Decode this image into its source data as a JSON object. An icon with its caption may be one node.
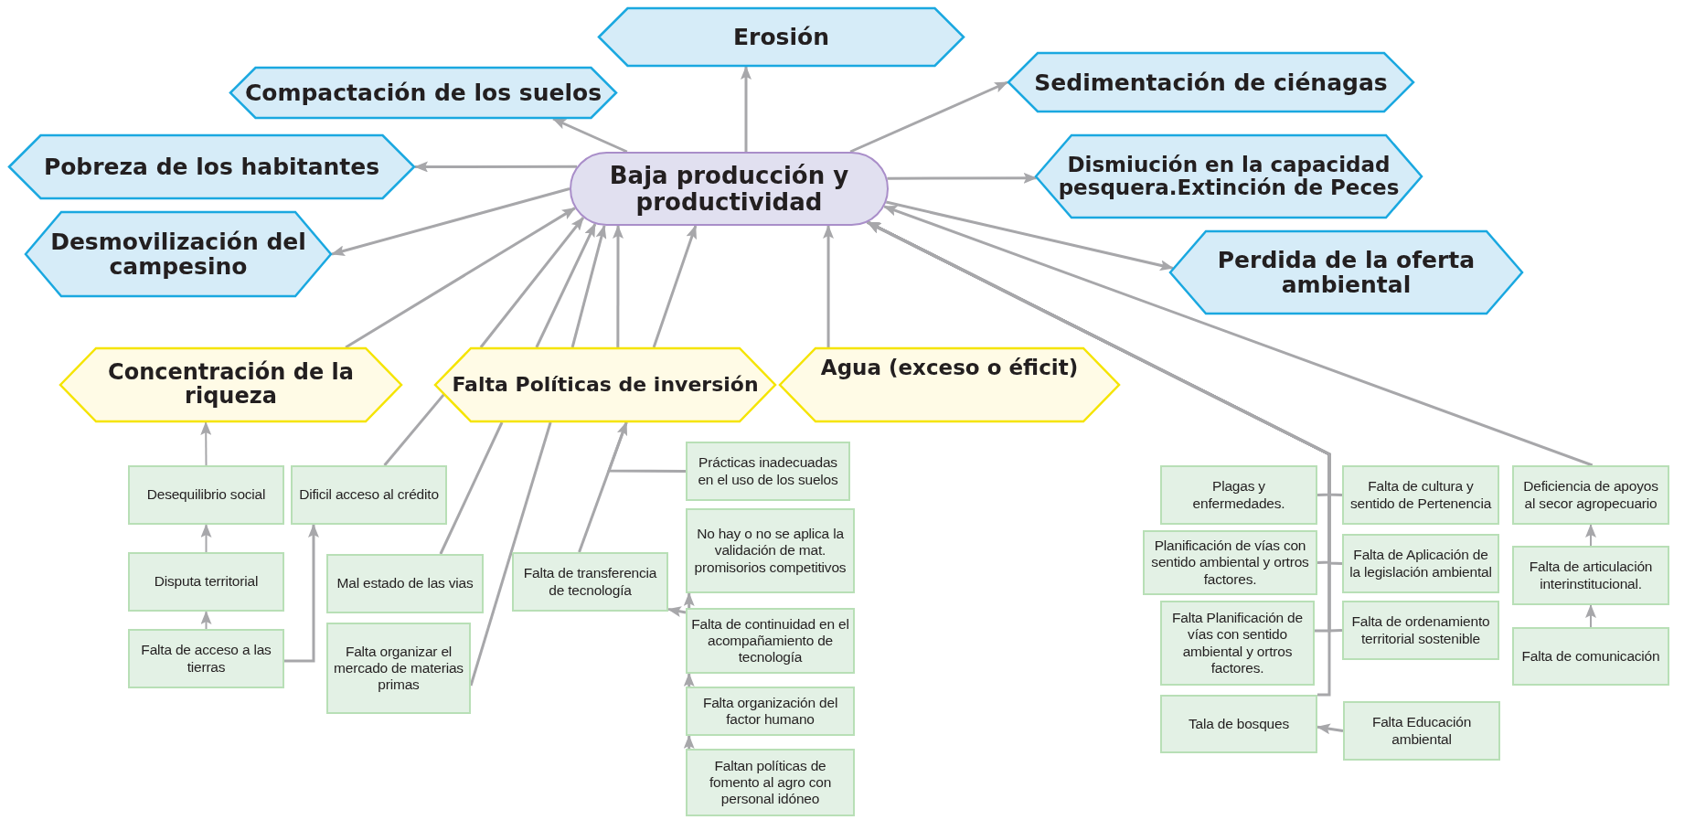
{
  "diagram": {
    "nodes": [
      {
        "text": [
          "Baja producción y productividad"
        ]
      },
      {
        "text": [
          "Erosión"
        ]
      },
      {
        "text": [
          "Compactación de los suelos"
        ]
      },
      {
        "text": [
          "Sedimentación de ciénagas"
        ]
      },
      {
        "text": [
          "Pobreza de los habitantes"
        ]
      },
      {
        "text": [
          "Dismiución en la capacidad pesquera.Extinción de Peces"
        ]
      },
      {
        "text": [
          "Desmovilización del campesino"
        ]
      },
      {
        "text": [
          "Perdida de la oferta ambiental"
        ]
      },
      {
        "text": [
          "Concentración de la riqueza"
        ]
      },
      {
        "text": [
          "Falta Políticas de inversión"
        ]
      },
      {
        "text": [
          "Agua (exceso o éficit)"
        ]
      },
      {
        "text": [
          "Desequilibrio social"
        ]
      },
      {
        "text": [
          "Dificil acceso al crédito"
        ]
      },
      {
        "text": [
          "Disputa territorial"
        ]
      },
      {
        "text": [
          "Mal estado de las vias"
        ]
      },
      {
        "text": [
          "Falta de transferencia de tecnología"
        ]
      },
      {
        "text": [
          "Falta de acceso a las tierras"
        ]
      },
      {
        "text": [
          "Falta organizar el mercado de materias primas"
        ]
      },
      {
        "text": [
          "Prácticas inadecuadas en el uso de los suelos"
        ]
      },
      {
        "text": [
          "No hay o no se aplica la validación de mat. promisorios competitivos"
        ]
      },
      {
        "text": [
          "Falta de continuidad en el acompañamiento de tecnología"
        ]
      },
      {
        "text": [
          "Falta organización del factor humano"
        ]
      },
      {
        "text": [
          "Faltan políticas de fomento al agro con personal idóneo"
        ]
      },
      {
        "text": [
          "Plagas y enfermedades."
        ]
      },
      {
        "text": [
          "Falta de cultura y sentido de Pertenencia"
        ]
      },
      {
        "text": [
          "Deficiencia de apoyos al secor agropecuario"
        ]
      },
      {
        "text": [
          "Planificación de vías con sentido ambiental y ortros factores."
        ]
      },
      {
        "text": [
          "Falta de Aplicación de la legislación ambiental"
        ]
      },
      {
        "text": [
          "Falta de articulación interinstitucional."
        ]
      },
      {
        "text": [
          "Falta Planificación de vías con sentido ambiental y ortros factores."
        ]
      },
      {
        "text": [
          "Falta de ordenamiento territorial sostenible"
        ]
      },
      {
        "text": [
          "Falta de comunicación"
        ]
      },
      {
        "text": [
          "Tala de bosques"
        ]
      },
      {
        "text": [
          "Falta Educación ambiental"
        ]
      }
    ],
    "edges": [
      {
        "from": 0,
        "to": 1,
        "arrow": "to"
      },
      {
        "from": 0,
        "to": 2,
        "arrow": "to"
      },
      {
        "from": 0,
        "to": 3,
        "arrow": "to"
      },
      {
        "from": 0,
        "to": 4,
        "arrow": "to"
      },
      {
        "from": 0,
        "to": 5,
        "arrow": "to"
      },
      {
        "from": 0,
        "to": 6,
        "arrow": "to"
      },
      {
        "from": 0,
        "to": 7,
        "arrow": "to"
      },
      {
        "from": 8,
        "to": 0,
        "arrow": "to"
      },
      {
        "from": 12,
        "to": 9,
        "arrow": "none"
      },
      {
        "from": 14,
        "to": 9,
        "arrow": "none"
      },
      {
        "from": 17,
        "to": 9,
        "arrow": "none"
      },
      {
        "from": 9,
        "to": 0,
        "arrow": "to"
      },
      {
        "from": 9,
        "to": 0,
        "arrow": "to"
      },
      {
        "from": 9,
        "to": 0,
        "arrow": "to"
      },
      {
        "from": 9,
        "to": 0,
        "arrow": "to"
      },
      {
        "from": 9,
        "to": 0,
        "arrow": "to"
      },
      {
        "from": 15,
        "to": 9,
        "arrow": "none"
      },
      {
        "from": 18,
        "to": 9,
        "arrow": "to"
      },
      {
        "from": 10,
        "to": 0,
        "arrow": "to"
      },
      {
        "from": 23,
        "to": 0,
        "arrow": "to"
      },
      {
        "from": 24,
        "to": 0,
        "arrow": "to"
      },
      {
        "from": 26,
        "to": 0,
        "arrow": "to"
      },
      {
        "from": 27,
        "to": 0,
        "arrow": "to"
      },
      {
        "from": 29,
        "to": 0,
        "arrow": "to"
      },
      {
        "from": 30,
        "to": 0,
        "arrow": "to"
      },
      {
        "from": 32,
        "to": 0,
        "arrow": "to"
      },
      {
        "from": 25,
        "to": 0,
        "arrow": "to"
      },
      {
        "from": 11,
        "to": 8,
        "arrow": "to"
      },
      {
        "from": 13,
        "to": 11,
        "arrow": "to"
      },
      {
        "from": 16,
        "to": 13,
        "arrow": "to"
      },
      {
        "from": 16,
        "to": 12,
        "arrow": "to"
      },
      {
        "from": 20,
        "to": 15,
        "arrow": "to"
      },
      {
        "from": 20,
        "to": 19,
        "arrow": "to"
      },
      {
        "from": 21,
        "to": 20,
        "arrow": "to"
      },
      {
        "from": 22,
        "to": 21,
        "arrow": "to"
      },
      {
        "from": 28,
        "to": 25,
        "arrow": "to"
      },
      {
        "from": 31,
        "to": 28,
        "arrow": "to"
      },
      {
        "from": 33,
        "to": 32,
        "arrow": "to"
      }
    ]
  }
}
